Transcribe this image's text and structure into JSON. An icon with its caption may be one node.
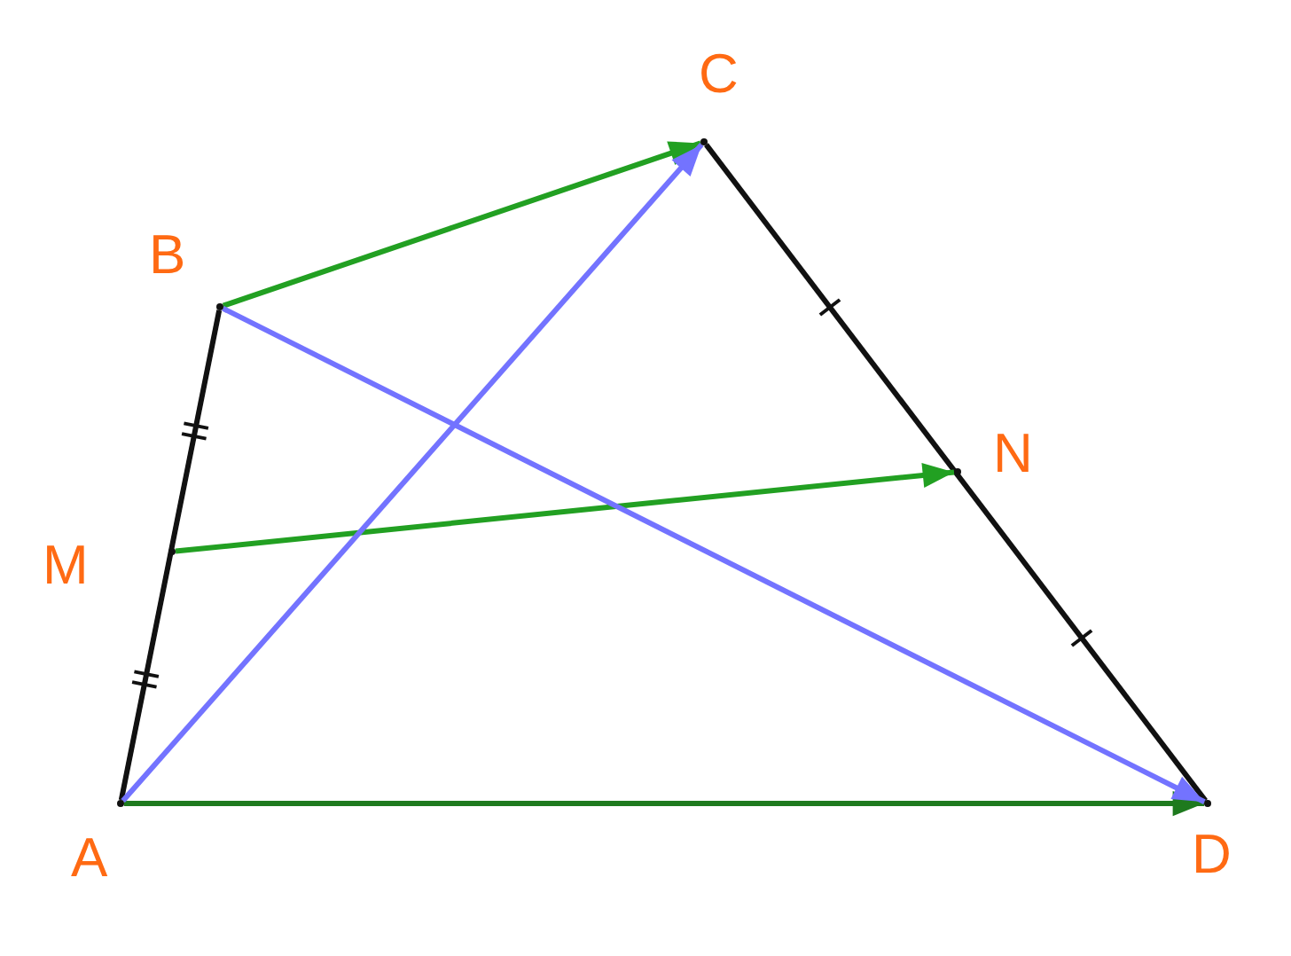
{
  "diagram": {
    "nodes": [
      {
        "text": [],
        "shape": "point",
        "beside": [
          "A"
        ]
      },
      {
        "text": [],
        "shape": "point",
        "beside": [
          "B"
        ]
      },
      {
        "text": [],
        "shape": "point",
        "beside": [
          "C"
        ]
      },
      {
        "text": [],
        "shape": "point",
        "beside": [
          "D"
        ]
      },
      {
        "text": [],
        "shape": "point",
        "beside": [
          "M"
        ]
      },
      {
        "text": [],
        "shape": "point",
        "beside": [
          "N"
        ]
      }
    ],
    "edges": [
      {
        "from": 0,
        "to": 1,
        "arrow": "none"
      },
      {
        "from": 2,
        "to": 3,
        "arrow": "none"
      },
      {
        "from": 1,
        "to": 2,
        "arrow": "to",
        "color": "#22a022"
      },
      {
        "from": 4,
        "to": 5,
        "arrow": "to",
        "color": "#22a022"
      },
      {
        "from": 0,
        "to": 3,
        "arrow": "to",
        "color": "#1e7a1e"
      },
      {
        "from": 0,
        "to": 2,
        "arrow": "to",
        "color": "#7373ff"
      },
      {
        "from": 1,
        "to": 3,
        "arrow": "to",
        "color": "#7373ff"
      }
    ]
  }
}
